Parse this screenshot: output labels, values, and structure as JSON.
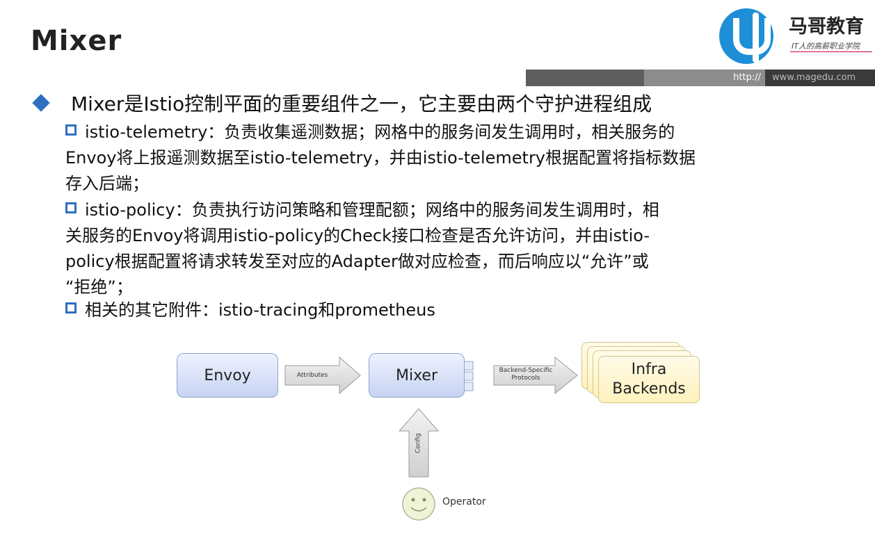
{
  "title": "Mixer",
  "logo": {
    "name": "马哥教育",
    "slogan": "IT人的高薪职业学院"
  },
  "urlbar": {
    "protocol": "http://",
    "domain": "www.magedu.com"
  },
  "main_point": "Mixer是Istio控制平面的重要组件之一，它主要由两个守护进程组成",
  "sub_points": [
    [
      "istio-telemetry：负责收集遥测数据；网格中的服务间发生调用时，相关服务的",
      "Envoy将上报遥测数据至istio-telemetry，并由istio-telemetry根据配置将指标数据",
      "存入后端；"
    ],
    [
      "istio-policy：负责执行访问策略和管理配额；网络中的服务间发生调用时，相",
      "关服务的Envoy将调用istio-policy的Check接口检查是否允许访问，并由istio-",
      "policy根据配置将请求转发至对应的Adapter做对应检查，而后响应以“允许”或",
      "“拒绝”；"
    ],
    [
      "相关的其它附件：istio-tracing和prometheus"
    ]
  ],
  "diagram": {
    "envoy": "Envoy",
    "mixer": "Mixer",
    "infra_line1": "Infra",
    "infra_line2": "Backends",
    "arrow_attributes": "Attributes",
    "arrow_protocols_line1": "Backend-Specific",
    "arrow_protocols_line2": "Protocols",
    "arrow_config": "Config",
    "operator": "Operator"
  },
  "colors": {
    "accent": "#2f6fbf",
    "logo_blue": "#1e8fd6",
    "box_border": "#8fa4cf",
    "infra_fill": "#fff2bd"
  }
}
